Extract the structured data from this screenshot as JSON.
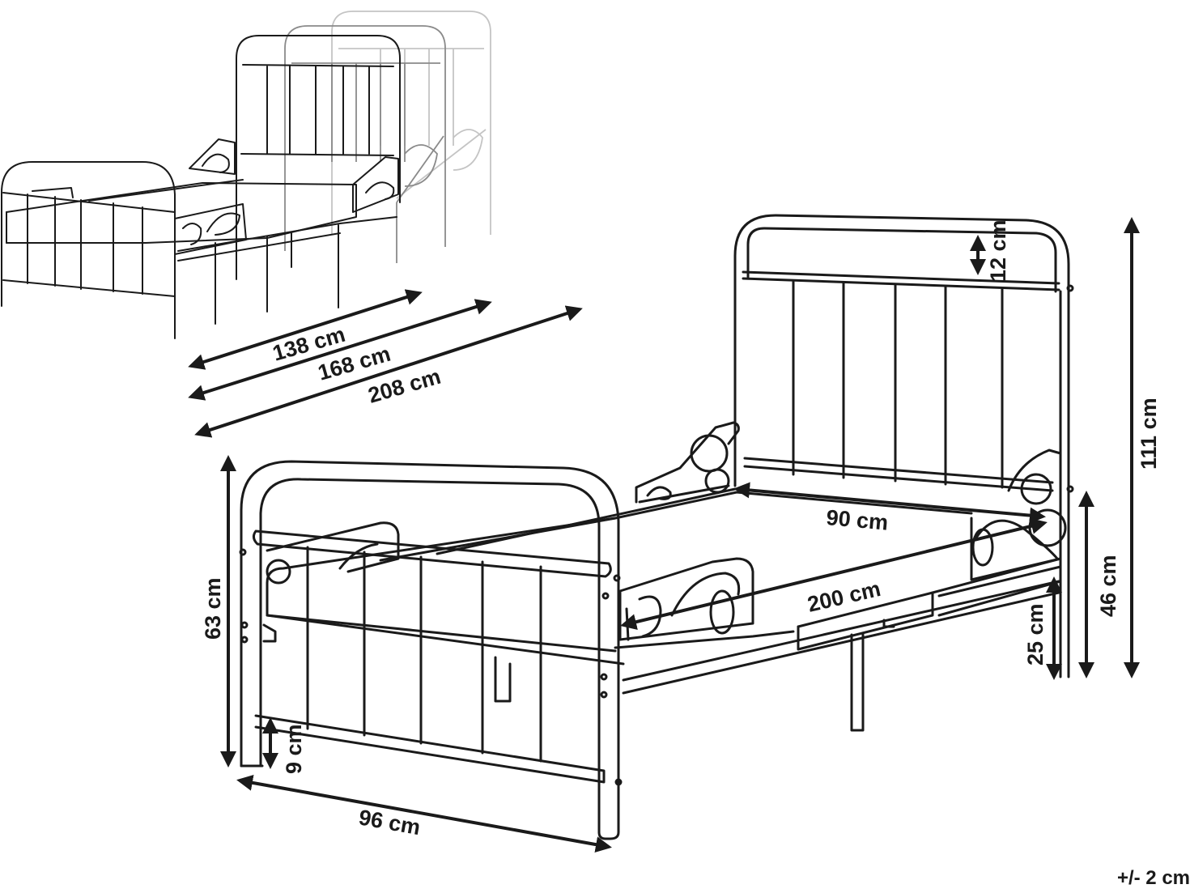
{
  "dimensions": {
    "len_138": "138 cm",
    "len_168": "168 cm",
    "len_208": "208 cm",
    "headboard_gap": "12 cm",
    "total_height": "111 cm",
    "width_inner": "90  cm",
    "length_inner": "200  cm",
    "footboard_height": "63 cm",
    "bottom_rail": "9 cm",
    "width_outer": "96 cm",
    "side_height": "46 cm",
    "clearance": "25 cm"
  },
  "tolerance": "+/- 2 cm"
}
